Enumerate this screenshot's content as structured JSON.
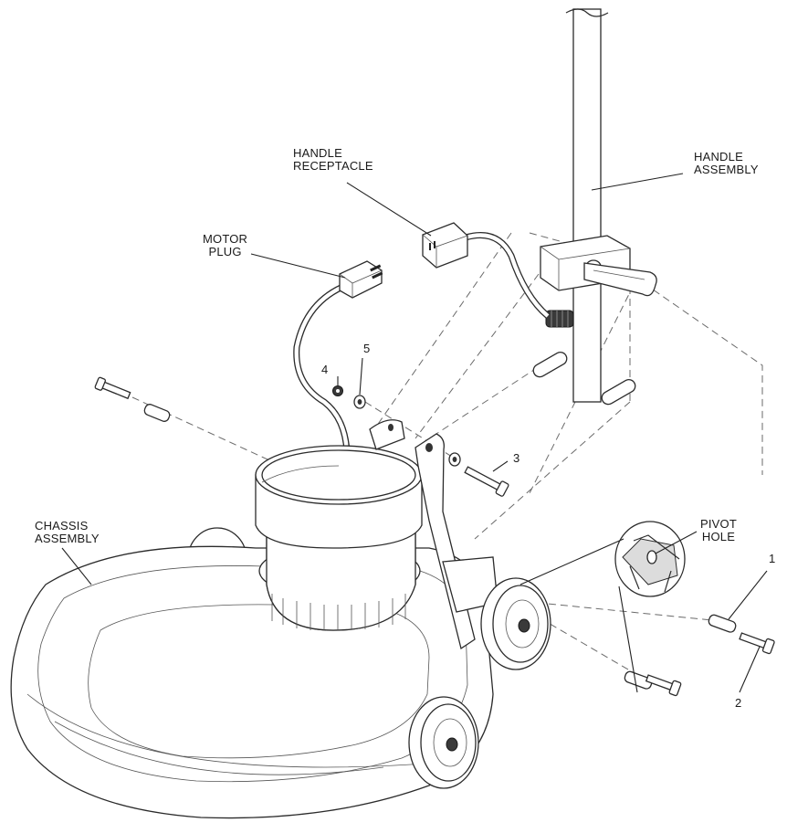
{
  "labels": {
    "handle_receptacle": [
      "HANDLE",
      "RECEPTACLE"
    ],
    "handle_assembly": [
      "HANDLE",
      "ASSEMBLY"
    ],
    "motor_plug": [
      "MOTOR",
      "PLUG"
    ],
    "chassis_assembly": [
      "CHASSIS",
      "ASSEMBLY"
    ],
    "pivot_hole": [
      "PIVOT",
      "HOLE"
    ]
  },
  "callouts": [
    "1",
    "2",
    "3",
    "4",
    "5"
  ]
}
